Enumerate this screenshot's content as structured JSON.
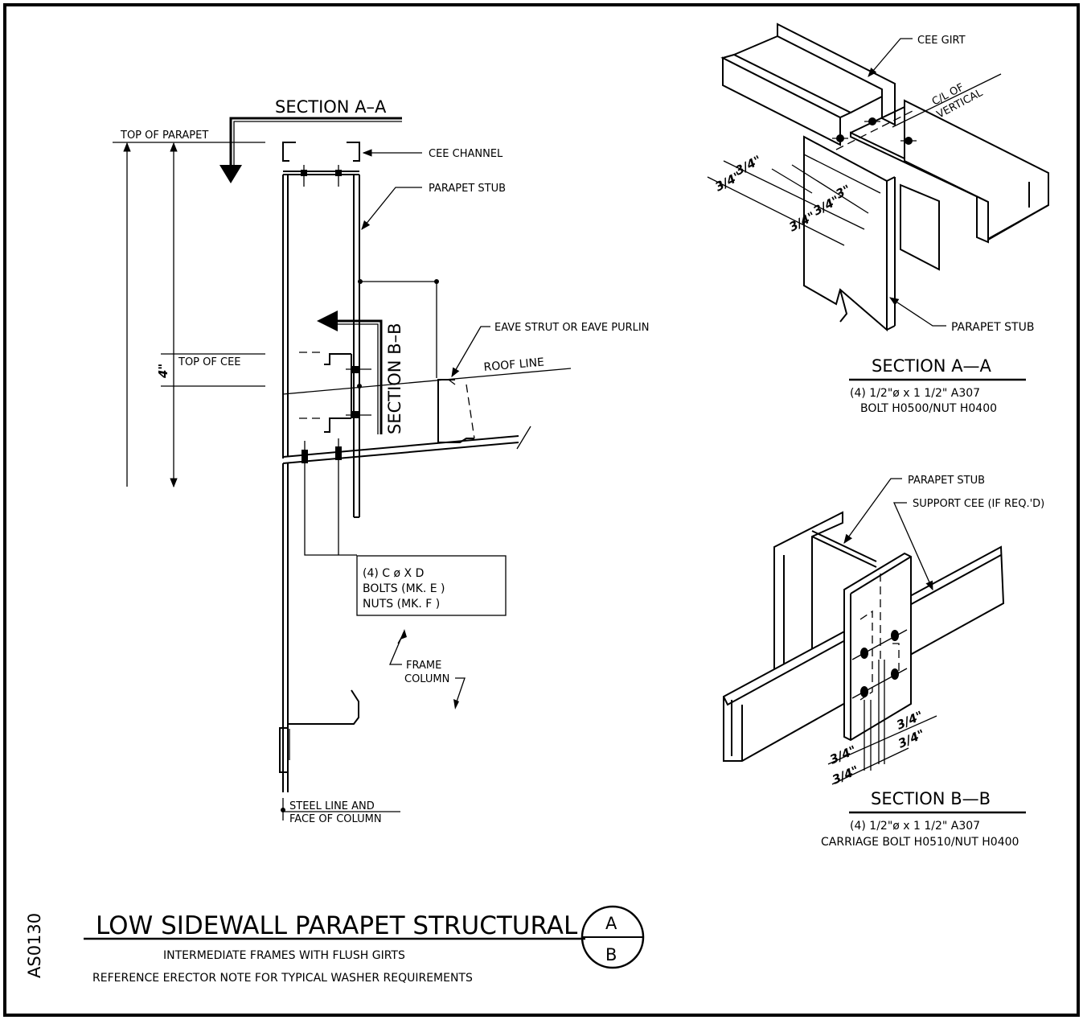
{
  "drawing_id": "AS0130",
  "title": {
    "main": "LOW SIDEWALL PARAPET STRUCTURAL",
    "line1": "INTERMEDIATE FRAMES WITH FLUSH GIRTS",
    "line2": "REFERENCE ERECTOR NOTE FOR TYPICAL WASHER REQUIREMENTS",
    "bubble_top": "A",
    "bubble_bottom": "B"
  },
  "elevation": {
    "section_a_label": "SECTION A–A",
    "section_b_label": "SECTION B–B",
    "top_of_parapet": "TOP OF PARAPET",
    "top_of_cee": "TOP OF CEE",
    "dim_4in": "4\"",
    "cee_channel": "CEE CHANNEL",
    "parapet_stub": "PARAPET STUB",
    "eave_strut": "EAVE STRUT OR EAVE PURLIN",
    "roof_line": "ROOF LINE",
    "bolt_note": [
      "(4) C    ø X D",
      "BOLTS (MK. E       )",
      "NUTS (MK. F        )"
    ],
    "frame_column": [
      "FRAME",
      "COLUMN"
    ],
    "steel_line": [
      "STEEL LINE AND",
      "FACE OF COLUMN"
    ]
  },
  "section_aa": {
    "cee_girt": "CEE GIRT",
    "cl_vertical": [
      "C/L OF",
      "VERTICAL"
    ],
    "parapet_stub": "PARAPET STUB",
    "dims": [
      "3/4\"",
      "3/4\"",
      "3\"",
      "3/4\"",
      "3/4\""
    ],
    "heading": "SECTION A—A",
    "note1": "(4) 1/2\"ø x 1 1/2\" A307",
    "note2": "BOLT H0500/NUT H0400"
  },
  "section_bb": {
    "parapet_stub": "PARAPET STUB",
    "support_cee": "SUPPORT CEE (IF REQ.'D)",
    "dims": [
      "3/4\"",
      "3/4\"",
      "3/4\"",
      "3/4\""
    ],
    "heading": "SECTION B—B",
    "note1": "(4) 1/2\"ø x 1 1/2\" A307",
    "note2": "CARRIAGE BOLT H0510/NUT H0400"
  }
}
